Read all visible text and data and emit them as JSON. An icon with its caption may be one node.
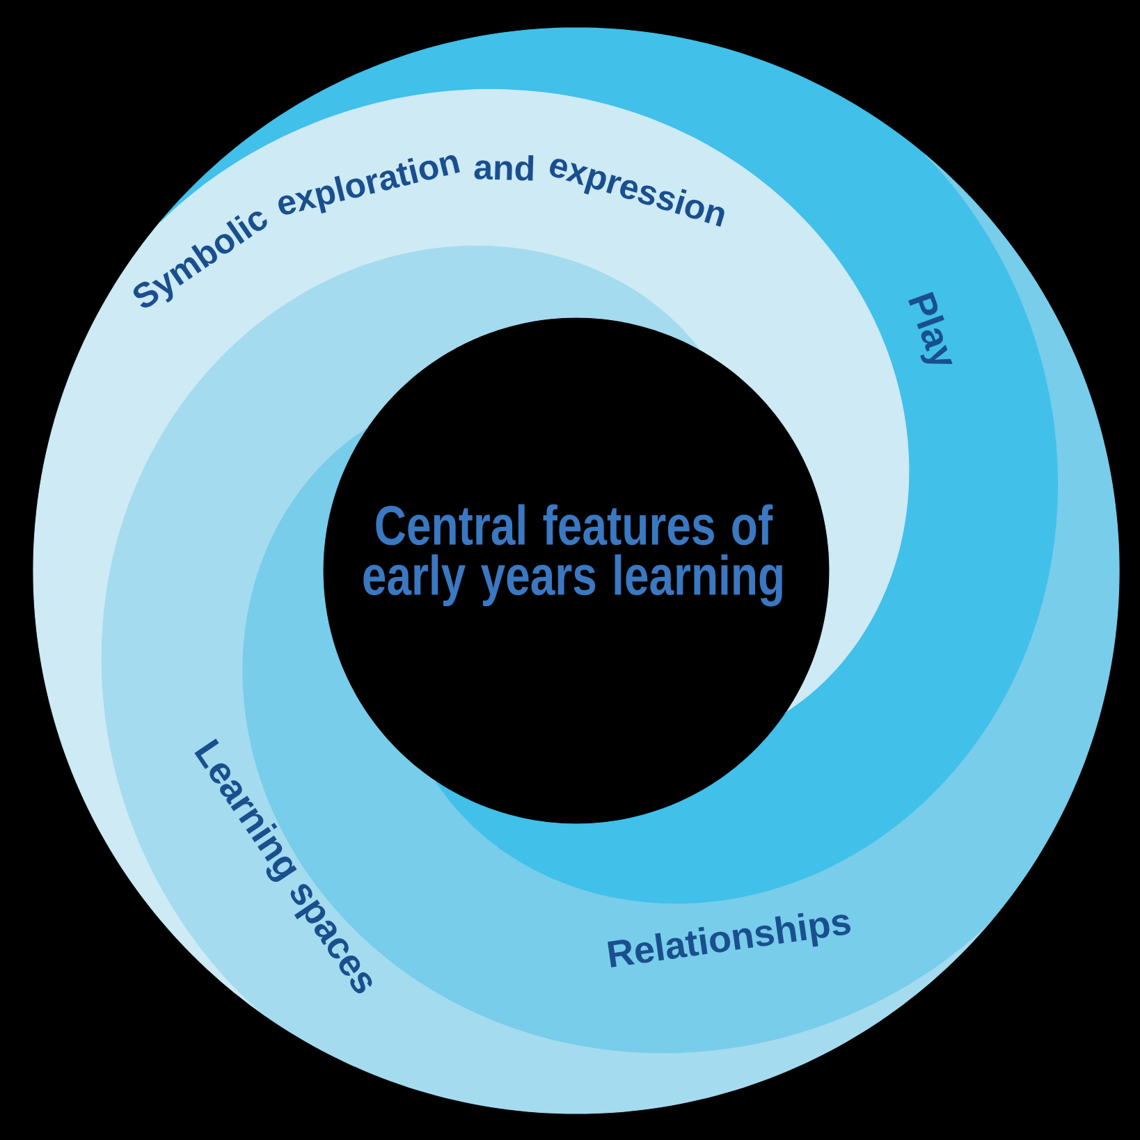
{
  "diagram": {
    "nodes": [
      {
        "text": [
          "Symbolic exploration and expression"
        ]
      },
      {
        "text": [
          "Play"
        ]
      },
      {
        "text": [
          "Central features of early years learning"
        ]
      },
      {
        "text": [
          "Learning spaces"
        ]
      },
      {
        "text": [
          "Relationships"
        ]
      }
    ]
  }
}
